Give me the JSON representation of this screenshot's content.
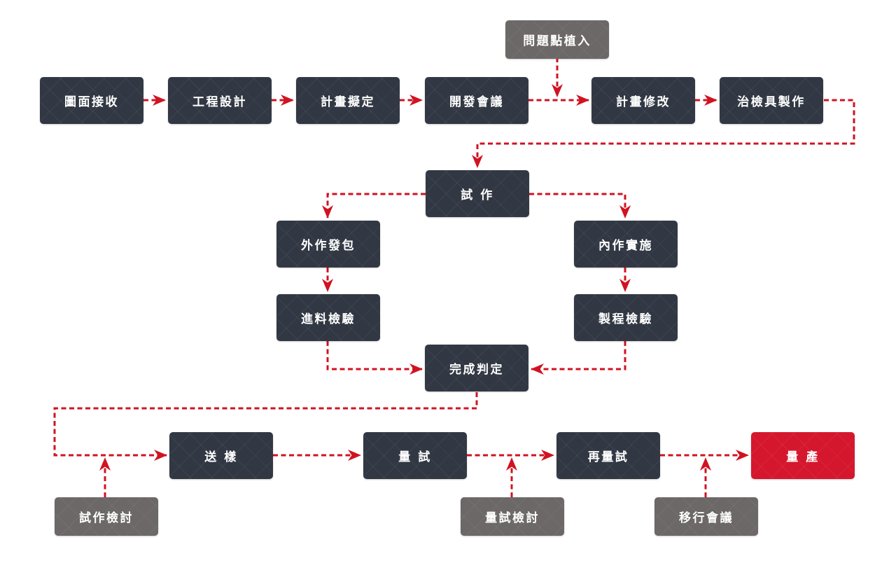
{
  "diagram": {
    "title_hint": "product development / trial production flowchart",
    "nodes": {
      "drawing_receipt": "圖面接收",
      "engineering_design": "工程設計",
      "plan_drafting": "計畫擬定",
      "development_meeting": "開發會議",
      "problem_point_input": "問題點植入",
      "plan_revision": "計畫修改",
      "jig_fixture_making": "治檢具製作",
      "trial_production": "試 作",
      "outsourcing": "外作發包",
      "internal_implementation": "內作實施",
      "incoming_inspection": "進料檢驗",
      "process_inspection": "製程檢驗",
      "completion_judgment": "完成判定",
      "sample_submission": "送 樣",
      "trial_review": "試作檢討",
      "pilot_run": "量 試",
      "pilot_run_review": "量試檢討",
      "re_pilot_run": "再量試",
      "transfer_meeting": "移行會議",
      "mass_production": "量 產"
    },
    "edges": [
      {
        "from": "drawing_receipt",
        "to": "engineering_design"
      },
      {
        "from": "engineering_design",
        "to": "plan_drafting"
      },
      {
        "from": "plan_drafting",
        "to": "development_meeting"
      },
      {
        "from": "development_meeting",
        "to": "plan_revision"
      },
      {
        "from": "problem_point_input",
        "to": "development_meeting-plan_revision-line"
      },
      {
        "from": "plan_revision",
        "to": "jig_fixture_making"
      },
      {
        "from": "jig_fixture_making",
        "to": "trial_production"
      },
      {
        "from": "trial_production",
        "to": "outsourcing"
      },
      {
        "from": "trial_production",
        "to": "internal_implementation"
      },
      {
        "from": "outsourcing",
        "to": "incoming_inspection"
      },
      {
        "from": "internal_implementation",
        "to": "process_inspection"
      },
      {
        "from": "incoming_inspection",
        "to": "completion_judgment"
      },
      {
        "from": "process_inspection",
        "to": "completion_judgment"
      },
      {
        "from": "completion_judgment",
        "to": "sample_submission"
      },
      {
        "from": "trial_review",
        "to": "completion_judgment-sample_submission-line"
      },
      {
        "from": "sample_submission",
        "to": "pilot_run"
      },
      {
        "from": "pilot_run",
        "to": "re_pilot_run"
      },
      {
        "from": "pilot_run_review",
        "to": "pilot_run-re_pilot_run-line"
      },
      {
        "from": "re_pilot_run",
        "to": "mass_production"
      },
      {
        "from": "transfer_meeting",
        "to": "re_pilot_run-mass_production-line"
      }
    ],
    "colors": {
      "node_dark": "#323843",
      "node_gray": "#6c6867",
      "node_red": "#d5172e",
      "arrow_red": "#d01321",
      "text": "#ffffff",
      "background": "#ffffff"
    },
    "line_style": "dashed"
  }
}
